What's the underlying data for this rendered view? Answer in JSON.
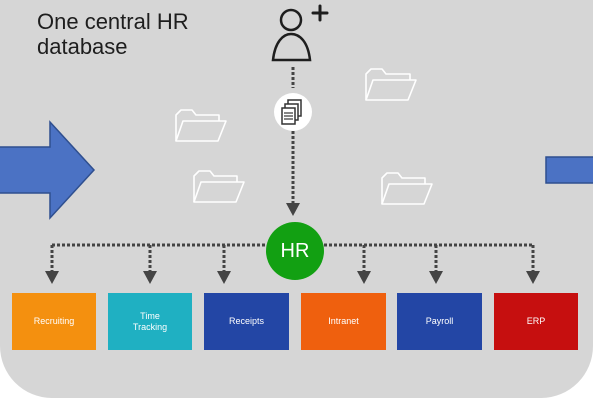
{
  "title": "One central HR\ndatabase",
  "hub": {
    "label": "HR",
    "color": "#12a012"
  },
  "icons": {
    "add_user": "add-user-icon",
    "documents": "documents-stack-icon",
    "folder": "folder-icon",
    "arrow_left": "blue-right-arrow-icon",
    "arrow_right": "blue-arrow-stub-icon"
  },
  "systems": [
    {
      "label": "Recruiting",
      "color": "#f4900f"
    },
    {
      "label": "Time\nTracking",
      "color": "#1fb0c2"
    },
    {
      "label": "Receipts",
      "color": "#2346a5"
    },
    {
      "label": "Intranet",
      "color": "#ef600e"
    },
    {
      "label": "Payroll",
      "color": "#2346a5"
    },
    {
      "label": "ERP",
      "color": "#c60f0f"
    }
  ],
  "colors": {
    "panel": "#d6d6d6",
    "connector": "#444444",
    "arrow_fill": "#4b72c4",
    "arrow_stroke": "#2f4f8f",
    "folder_stroke": "#ffffff"
  }
}
